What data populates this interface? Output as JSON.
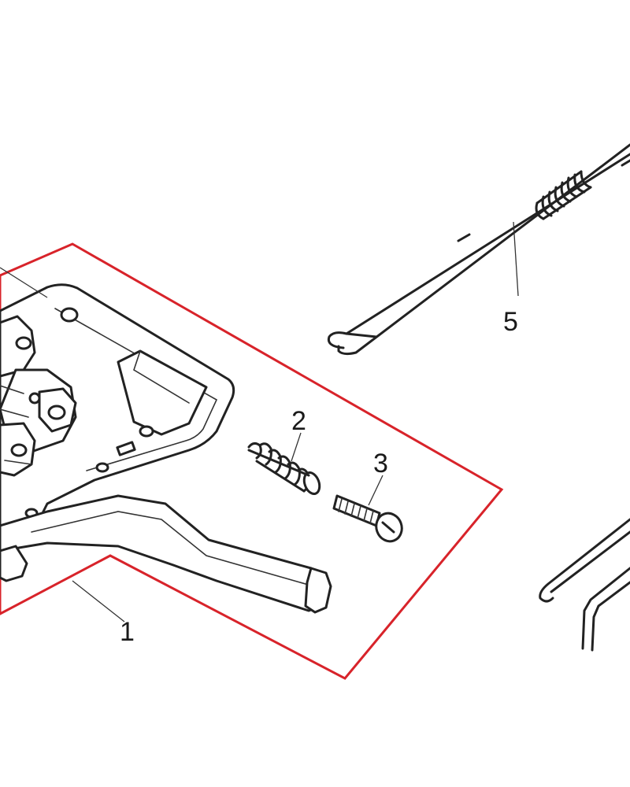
{
  "diagram": {
    "callouts": [
      {
        "id": "1",
        "label": "1"
      },
      {
        "id": "2",
        "label": "2"
      },
      {
        "id": "3",
        "label": "3"
      },
      {
        "id": "5",
        "label": "5"
      }
    ],
    "highlight_color": "#d8232a",
    "line_color": "#222222"
  }
}
